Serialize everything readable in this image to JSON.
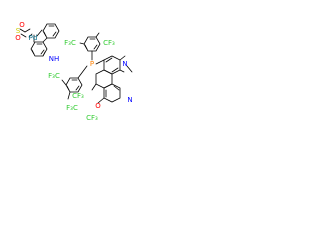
{
  "colors": {
    "background": "#ffffff",
    "bond": "#000000",
    "carbon_fluorine": "#33cc33",
    "oxygen": "#ff0000",
    "sulfur": "#cccc00",
    "nitrogen": "#0000ff",
    "phosphorus": "#ff8000",
    "palladium": "#006985"
  },
  "atoms": {
    "o_top": "O",
    "s": "S",
    "o_left": "O",
    "pd": "Pd",
    "nh": "NH",
    "f3c_1": "F₃C",
    "cf3_1": "CF₃",
    "p": "P",
    "n_1": "N",
    "f3c_2": "F₃C",
    "cf3_2": "CF₃",
    "n_2": "N",
    "f3c_3": "F₃C",
    "o_bottom": "O",
    "cf3_3": "CF₃"
  }
}
